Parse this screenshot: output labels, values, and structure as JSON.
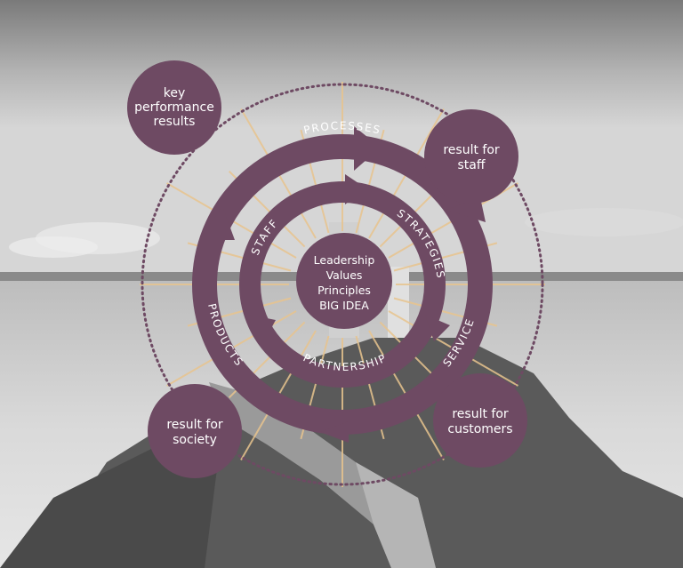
{
  "colors": {
    "ring": "#6e4a63",
    "outcome": "#6e4a63",
    "rays": "#e8c48e",
    "dots": "#6e4a63"
  },
  "core": {
    "lines": [
      "Leadership",
      "Values",
      "Principles",
      "BIG IDEA"
    ]
  },
  "inner_ring": {
    "labels": [
      "STAFF",
      "STRATEGIES",
      "PARTNERSHIP"
    ]
  },
  "outer_ring": {
    "labels": [
      "PROCESSES",
      "PRODUCTS",
      "SERVICE"
    ]
  },
  "outcomes": [
    {
      "lines": [
        "key",
        "performance",
        "results"
      ]
    },
    {
      "lines": [
        "result for",
        "staff"
      ]
    },
    {
      "lines": [
        "result for",
        "society"
      ]
    },
    {
      "lines": [
        "result for",
        "customers"
      ]
    }
  ]
}
